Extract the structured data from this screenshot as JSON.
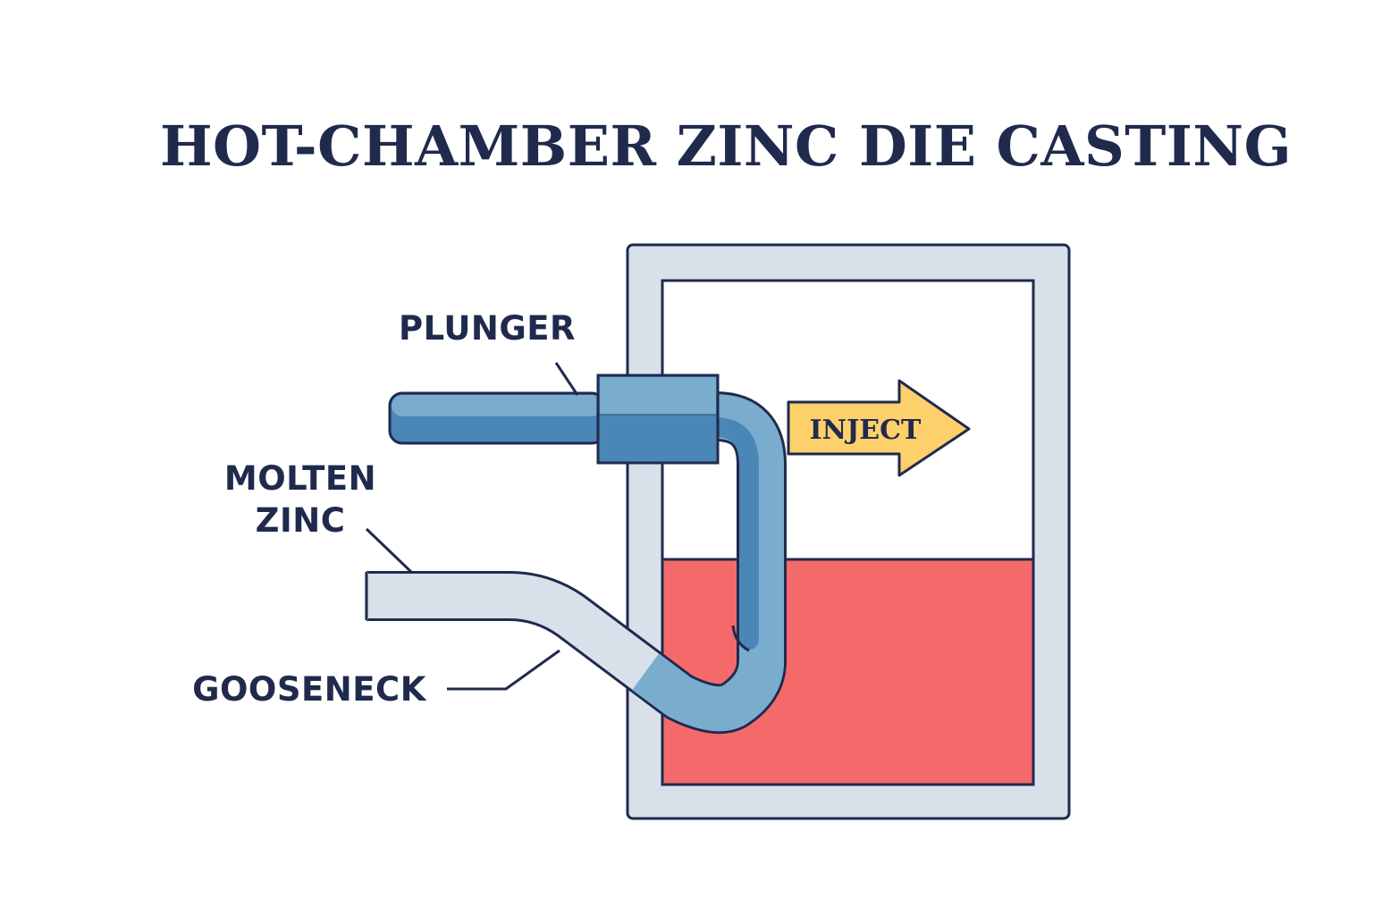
{
  "title": "HOT-CHAMBER ZINC DIE CASTING",
  "labels": {
    "plunger": "PLUNGER",
    "molten_line1": "MOLTEN",
    "molten_line2": "ZINC",
    "gooseneck": "GOOSENECK",
    "inject": "INJECT"
  },
  "colors": {
    "outline": "#1f2a4d",
    "frame": "#d8e1ea",
    "molten_zinc": "#f46a6a",
    "pipe_dark": "#4a86b6",
    "pipe_light": "#7aaccd",
    "nozzle_light": "#d8e1ea",
    "inject_arrow": "#fdd06c"
  }
}
